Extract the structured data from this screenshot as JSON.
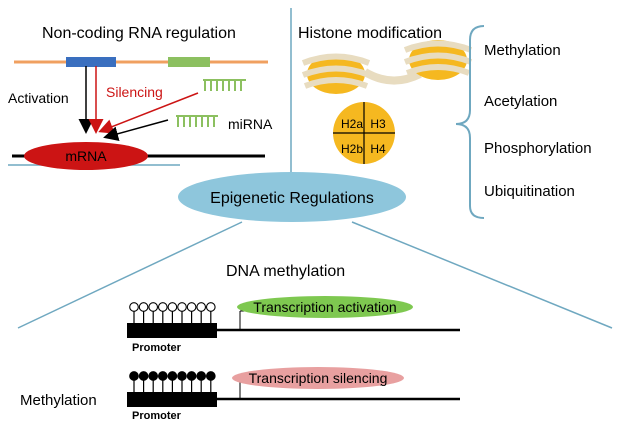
{
  "noncoding": {
    "title": "Non-coding RNA regulation",
    "activation_label": "Activation",
    "silencing_label": "Silencing",
    "mirna_label": "miRNA",
    "mrna_label": "mRNA"
  },
  "histone": {
    "title": "Histone modification",
    "quadrants": [
      "H2a",
      "H3",
      "H2b",
      "H4"
    ],
    "modifications": [
      "Methylation",
      "Acetylation",
      "Phosphorylation",
      "Ubiquitination"
    ]
  },
  "center": {
    "label": "Epigenetic Regulations"
  },
  "dna": {
    "title": "DNA methylation",
    "promoter_label": "Promoter",
    "activation_label": "Transcription activation",
    "silencing_label": "Transcription silencing",
    "methylation_label": "Methylation"
  },
  "colors": {
    "accent_blue": "#8ec6dc",
    "line_blue": "#6fa8c0",
    "mrna_red": "#cc1414",
    "silencing_red": "#cc1414",
    "orange_gene": "#f0a060",
    "blue_gene": "#3a6fbf",
    "green_gene": "#8cc060",
    "histone_gold": "#f5b820",
    "green_pill": "#7ec850",
    "pink_pill": "#e8a0a0"
  }
}
